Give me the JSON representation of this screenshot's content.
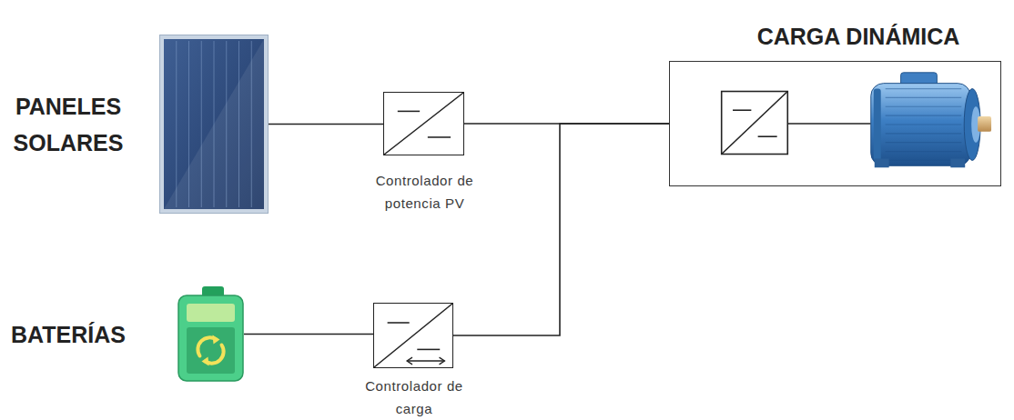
{
  "diagram": {
    "nodes": [
      {
        "text": [
          "PANELES SOLARES"
        ]
      },
      {
        "text": [
          "Controlador de potencia PV"
        ]
      },
      {
        "text": [
          "BATERÍAS"
        ]
      },
      {
        "text": [
          "Controlador de carga"
        ]
      },
      {
        "text": [
          "CARGA DINÁMICA"
        ]
      }
    ],
    "edges": [
      {
        "from": 0,
        "to": 1,
        "arrow": "none"
      },
      {
        "from": 1,
        "to": 4,
        "arrow": "none"
      },
      {
        "from": 2,
        "to": 3,
        "arrow": "none"
      },
      {
        "from": 3,
        "to": 4,
        "arrow": "none"
      }
    ]
  }
}
